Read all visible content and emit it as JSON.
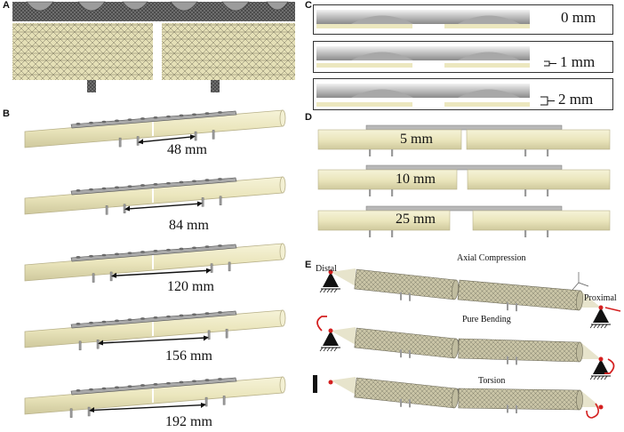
{
  "panels": {
    "a": "A",
    "b": "B",
    "c": "C",
    "d": "D",
    "e": "E"
  },
  "panel_b": {
    "gaps": [
      "48 mm",
      "84 mm",
      "120 mm",
      "156 mm",
      "192 mm"
    ]
  },
  "panel_c": {
    "offsets": [
      "0 mm",
      "1 mm",
      "2 mm"
    ]
  },
  "panel_d": {
    "gaps": [
      "5 mm",
      "10 mm",
      "25 mm"
    ]
  },
  "panel_e": {
    "distal": "Distal",
    "proximal": "Proximal",
    "cases": [
      "Axial Compression",
      "Pure Bending",
      "Torsion"
    ]
  },
  "colors": {
    "bone": "#ece7bf",
    "bone_edge": "#b8b18a",
    "plate": "#9a9a9a",
    "mesh": "#d8d4b8",
    "load": "#d42020"
  }
}
